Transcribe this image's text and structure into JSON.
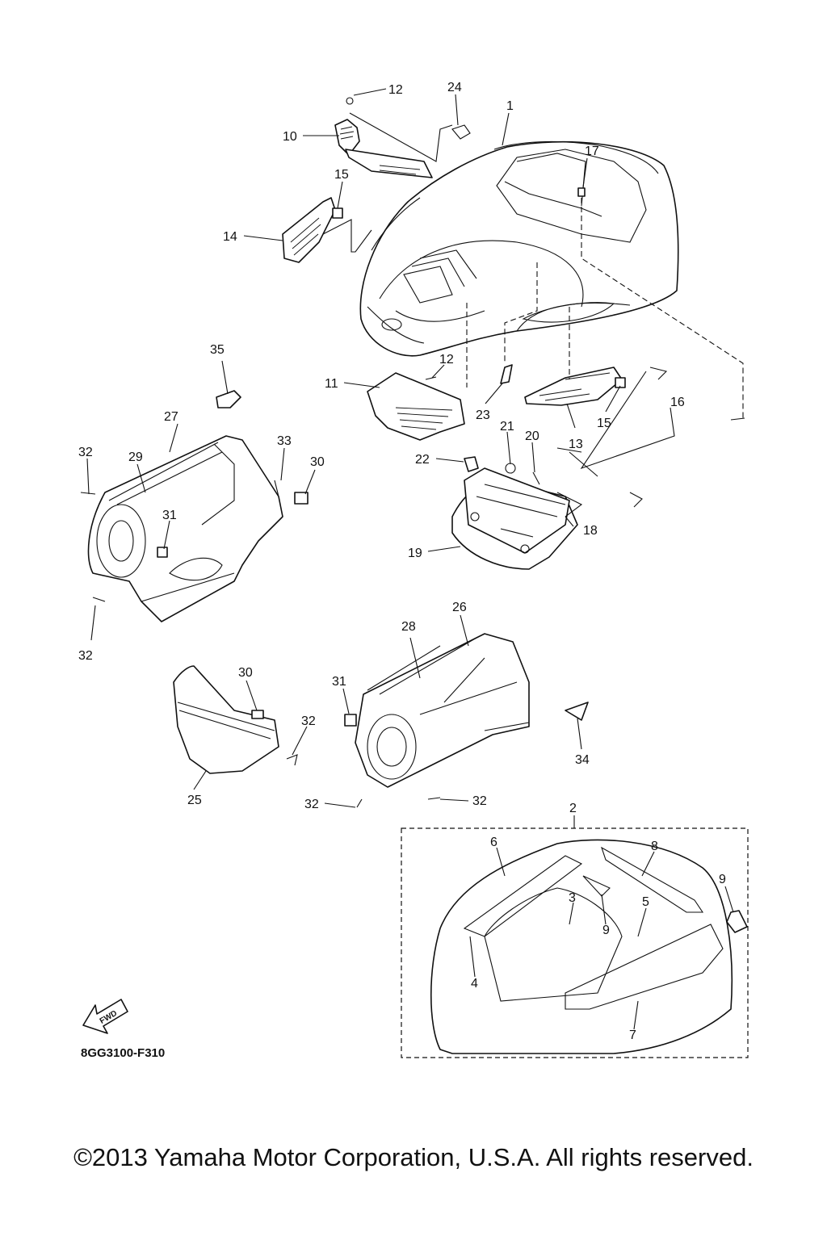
{
  "diagram": {
    "drawing_code": "8GG3100-F310",
    "fwd_label": "FWD",
    "callouts": {
      "c1": "1",
      "c2": "2",
      "c3": "3",
      "c4": "4",
      "c5": "5",
      "c6": "6",
      "c7": "7",
      "c8": "8",
      "c9a": "9",
      "c9b": "9",
      "c10": "10",
      "c11": "11",
      "c12a": "12",
      "c12b": "12",
      "c13": "13",
      "c14": "14",
      "c15a": "15",
      "c15b": "15",
      "c16": "16",
      "c17": "17",
      "c18": "18",
      "c19": "19",
      "c20": "20",
      "c21": "21",
      "c22": "22",
      "c23": "23",
      "c24": "24",
      "c25": "25",
      "c26": "26",
      "c27": "27",
      "c28": "28",
      "c29": "29",
      "c30a": "30",
      "c30b": "30",
      "c31a": "31",
      "c31b": "31",
      "c32a": "32",
      "c32b": "32",
      "c32c": "32",
      "c32d": "32",
      "c32e": "32",
      "c33": "33",
      "c34": "34",
      "c35": "35"
    }
  },
  "footer": {
    "copyright": "©2013 Yamaha Motor Corporation, U.S.A. All rights reserved."
  }
}
